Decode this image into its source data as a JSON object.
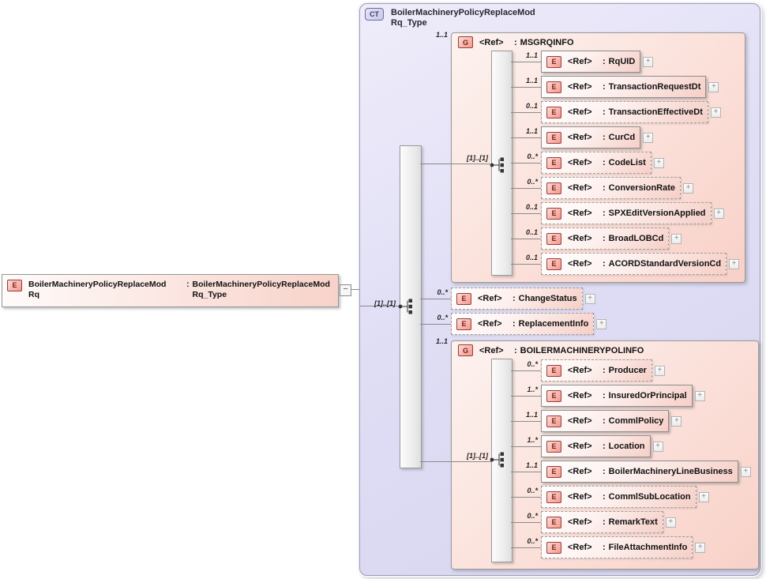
{
  "labels": {
    "ref": "<Ref>",
    "colon": ":",
    "plus": "+",
    "collapse": "−",
    "element_badge": "E",
    "group_badge": "G"
  },
  "root": {
    "badge": "E",
    "name_line1": "BoilerMachineryPolicyReplaceMod",
    "name_line2": "Rq",
    "separator": ":",
    "type_line1": "BoilerMachineryPolicyReplaceMod",
    "type_line2": "Rq_Type"
  },
  "ct": {
    "badge": "CT",
    "title_line1": "BoilerMachineryPolicyReplaceMod",
    "title_line2": "Rq_Type",
    "occurrence": "[1]..[1]"
  },
  "msgrqinfo": {
    "badge": "G",
    "name": "MSGRQINFO",
    "cardinality": "1..1",
    "occurrence": "[1]..[1]",
    "children": [
      {
        "cardinality": "1..1",
        "name": "RqUID"
      },
      {
        "cardinality": "1..1",
        "name": "TransactionRequestDt"
      },
      {
        "cardinality": "0..1",
        "name": "TransactionEffectiveDt"
      },
      {
        "cardinality": "1..1",
        "name": "CurCd"
      },
      {
        "cardinality": "0..*",
        "name": "CodeList"
      },
      {
        "cardinality": "0..*",
        "name": "ConversionRate"
      },
      {
        "cardinality": "0..1",
        "name": "SPXEditVersionApplied"
      },
      {
        "cardinality": "0..1",
        "name": "BroadLOBCd"
      },
      {
        "cardinality": "0..1",
        "name": "ACORDStandardVersionCd"
      }
    ]
  },
  "change_status": {
    "cardinality": "0..*",
    "name": "ChangeStatus"
  },
  "replacement_info": {
    "cardinality": "0..*",
    "name": "ReplacementInfo"
  },
  "polinfo": {
    "badge": "G",
    "name": "BOILERMACHINERYPOLINFO",
    "cardinality": "1..1",
    "occurrence": "[1]..[1]",
    "children": [
      {
        "cardinality": "0..*",
        "name": "Producer"
      },
      {
        "cardinality": "1..*",
        "name": "InsuredOrPrincipal"
      },
      {
        "cardinality": "1..1",
        "name": "CommlPolicy"
      },
      {
        "cardinality": "1..*",
        "name": "Location"
      },
      {
        "cardinality": "1..1",
        "name": "BoilerMachineryLineBusiness"
      },
      {
        "cardinality": "0..*",
        "name": "CommlSubLocation"
      },
      {
        "cardinality": "0..*",
        "name": "RemarkText"
      },
      {
        "cardinality": "0..*",
        "name": "FileAttachmentInfo"
      }
    ]
  },
  "colors": {
    "accent_pink": "#f6cfc7",
    "accent_lavender": "#dcdaf3",
    "badge_red": "#9e3a34",
    "line": "#8a8a8a"
  }
}
